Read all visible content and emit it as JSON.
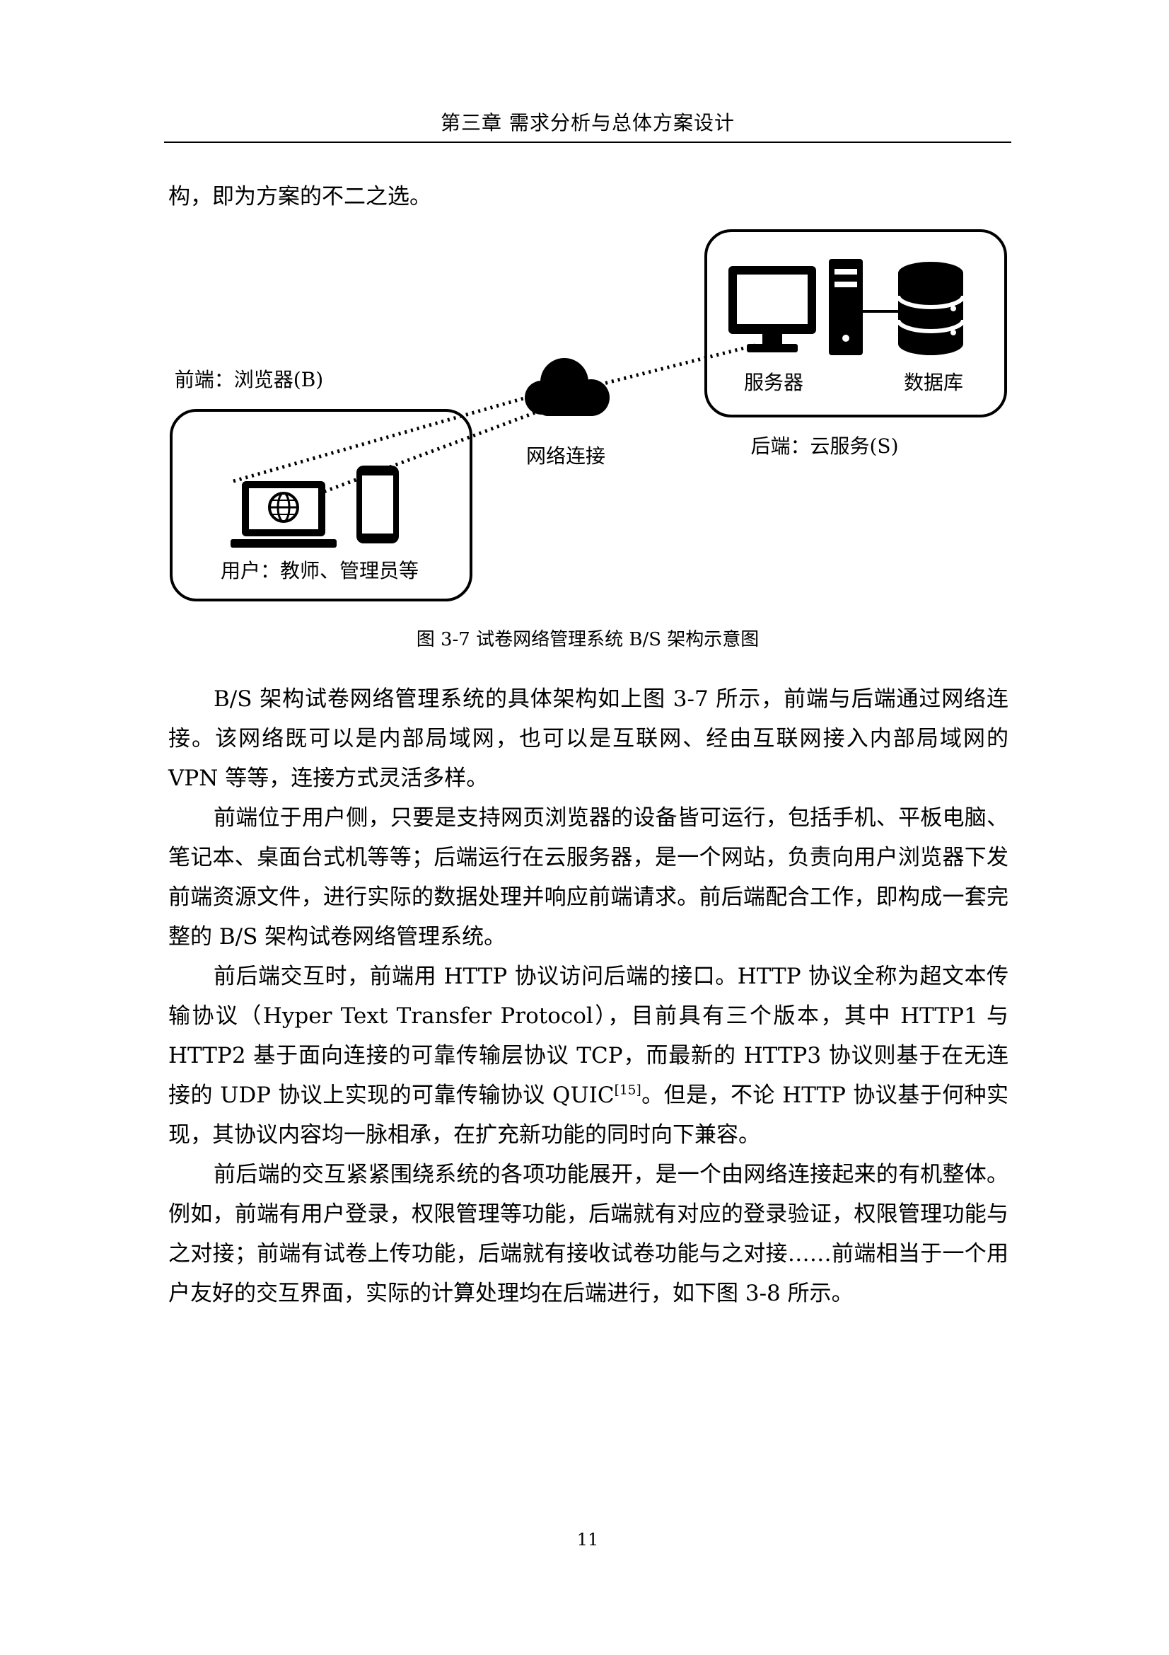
{
  "header": {
    "title": "第三章  需求分析与总体方案设计"
  },
  "paragraphs": {
    "p0": "构，即为方案的不二之选。",
    "p1": "B/S 架构试卷网络管理系统的具体架构如上图 3-7 所示，前端与后端通过网络连接。该网络既可以是内部局域网，也可以是互联网、经由互联网接入内部局域网的 VPN 等等，连接方式灵活多样。",
    "p2": "前端位于用户侧，只要是支持网页浏览器的设备皆可运行，包括手机、平板电脑、笔记本、桌面台式机等等；后端运行在云服务器，是一个网站，负责向用户浏览器下发前端资源文件，进行实际的数据处理并响应前端请求。前后端配合工作，即构成一套完整的 B/S 架构试卷网络管理系统。",
    "p3_before": "前后端交互时，前端用 HTTP 协议访问后端的接口。HTTP 协议全称为超文本传输协议（Hyper Text Transfer Protocol），目前具有三个版本，其中 HTTP1 与 HTTP2 基于面向连接的可靠传输层协议 TCP，而最新的 HTTP3 协议则基于在无连接的 UDP 协议上实现的可靠传输协议 QUIC",
    "p3_cite": "[15]",
    "p3_after": "。但是，不论 HTTP 协议基于何种实现，其协议内容均一脉相承，在扩充新功能的同时向下兼容。",
    "p4": "前后端的交互紧紧围绕系统的各项功能展开，是一个由网络连接起来的有机整体。例如，前端有用户登录，权限管理等功能，后端就有对应的登录验证，权限管理功能与之对接；前端有试卷上传功能，后端就有接收试卷功能与之对接……前端相当于一个用户友好的交互界面，实际的计算处理均在后端进行，如下图 3-8 所示。"
  },
  "figure": {
    "frontend_title": "前端：浏览器(B)",
    "frontend_users": "用户：教师、管理员等",
    "network_label": "网络连接",
    "server_label": "服务器",
    "database_label": "数据库",
    "backend_title": "后端：云服务(S)",
    "icons": [
      "laptop-icon",
      "globe-icon",
      "phone-icon",
      "cloud-icon",
      "monitor-icon",
      "tower-icon",
      "database-icon"
    ],
    "caption": "图 3-7  试卷网络管理系统 B/S 架构示意图"
  },
  "page_number": "11"
}
